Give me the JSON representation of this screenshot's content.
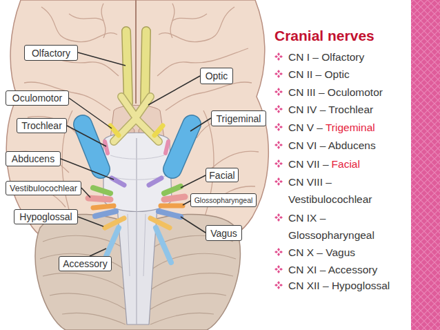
{
  "diagram": {
    "title": "Cranial nerves",
    "nodes": [
      {
        "text": [
          "Olfactory"
        ]
      },
      {
        "text": [
          "Optic"
        ]
      },
      {
        "text": [
          "Oculomotor"
        ]
      },
      {
        "text": [
          "Trigeminal"
        ]
      },
      {
        "text": [
          "Trochlear"
        ]
      },
      {
        "text": [
          "Abducens"
        ]
      },
      {
        "text": [
          "Facial"
        ]
      },
      {
        "text": [
          "Vestibulocochlear"
        ]
      },
      {
        "text": [
          "Glossopharyngeal"
        ]
      },
      {
        "text": [
          "Hypoglossal"
        ]
      },
      {
        "text": [
          "Vagus"
        ]
      },
      {
        "text": [
          "Accessory"
        ]
      }
    ],
    "labels": [
      "CN I – Olfactory",
      "CN II – Optic",
      "CN III – Oculomotor",
      "CN IV – Trochlear",
      "CN V –",
      "Trigeminal",
      "CN VI – Abducens",
      "CN VII –",
      "Facial",
      "CN VIII – Vestibulocochlear",
      "CN IX – Glossopharyngeal",
      "CN X – Vagus",
      "CN XI – Accessory",
      "CN XII – Hypoglossal"
    ]
  }
}
